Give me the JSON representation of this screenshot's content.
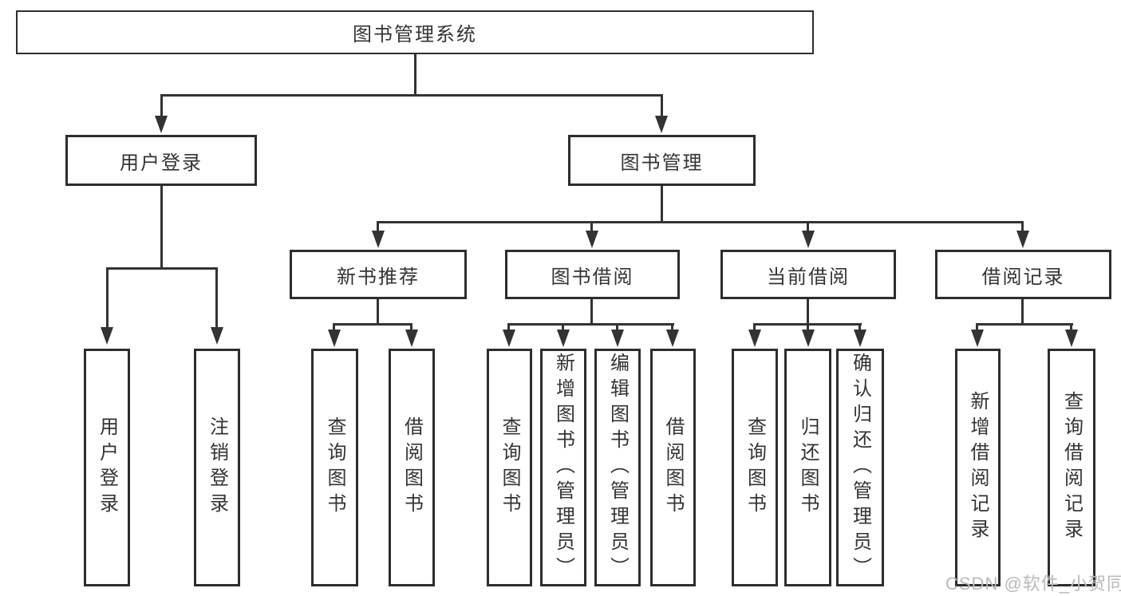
{
  "diagram": {
    "root": {
      "label": "图书管理系统"
    },
    "l2": [
      {
        "label": "用户登录"
      },
      {
        "label": "图书管理"
      }
    ],
    "l3": [
      {
        "label": "新书推荐"
      },
      {
        "label": "图书借阅"
      },
      {
        "label": "当前借阅"
      },
      {
        "label": "借阅记录"
      }
    ],
    "l4": [
      {
        "label": "用户登录"
      },
      {
        "label": "注销登录"
      },
      {
        "label": "查询图书"
      },
      {
        "label": "借阅图书"
      },
      {
        "label": "查询图书"
      },
      {
        "label": "新增图书（管理员）"
      },
      {
        "label": "编辑图书（管理员）"
      },
      {
        "label": "借阅图书"
      },
      {
        "label": "查询图书"
      },
      {
        "label": "归还图书"
      },
      {
        "label": "确认归还（管理员）"
      },
      {
        "label": "新增借阅记录"
      },
      {
        "label": "查询借阅记录"
      }
    ]
  },
  "watermark": {
    "text": "CSDN @软件_小贺同学"
  },
  "colors": {
    "line": "#333333",
    "box_border": "#2d2d2d",
    "text": "#333333",
    "watermark": "#b9b9b9",
    "background": "#ffffff"
  }
}
